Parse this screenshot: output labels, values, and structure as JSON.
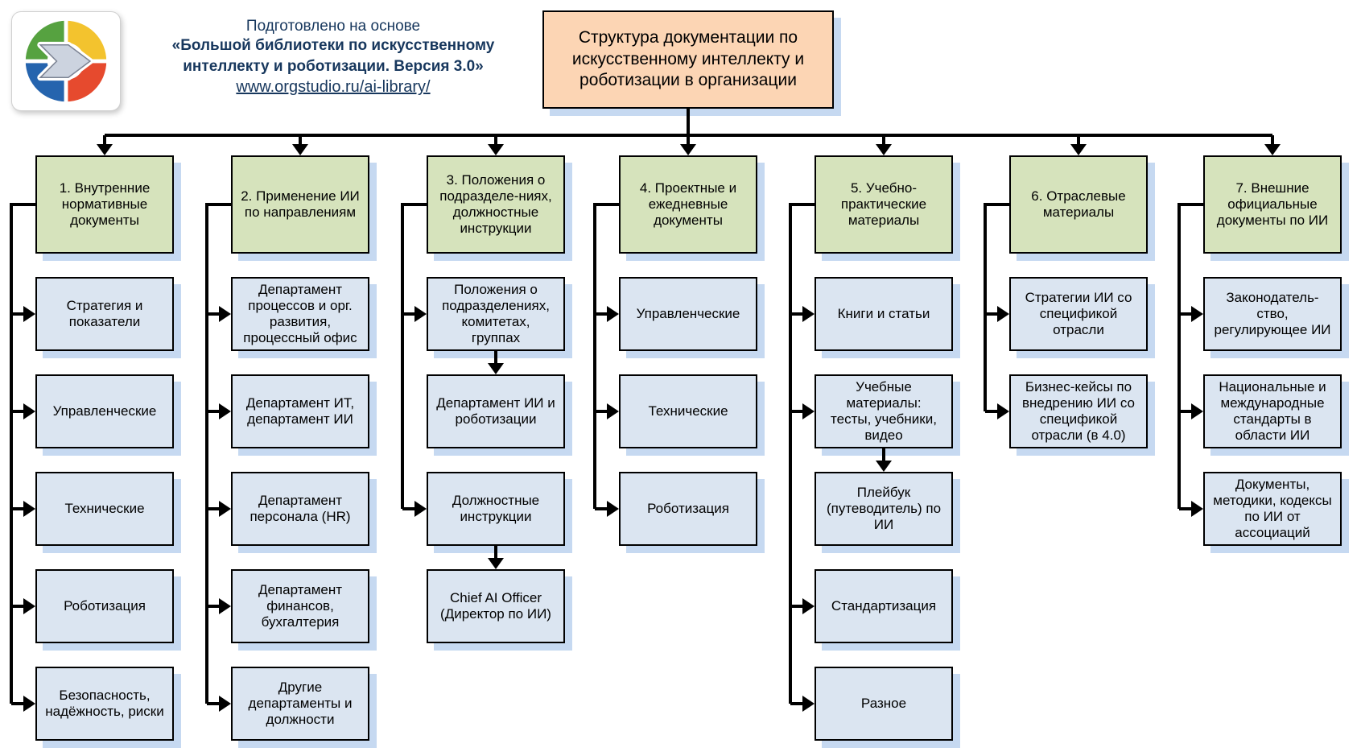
{
  "attribution": {
    "intro": "Подготовлено на основе",
    "library_title": "«Большой библиотеки по искусственному интеллекту и роботизации. Версия 3.0»",
    "link": "www.orgstudio.ru/ai-library/"
  },
  "root": {
    "title": "Структура документации по искусственному интеллекту и роботизации в организации"
  },
  "columns": [
    {
      "header": "1. Внутренние нормативные документы",
      "children": [
        {
          "label": "Стратегия и показатели",
          "link": "spine"
        },
        {
          "label": "Управленческие",
          "link": "spine"
        },
        {
          "label": "Технические",
          "link": "spine"
        },
        {
          "label": "Роботизация",
          "link": "spine"
        },
        {
          "label": "Безопасность, надёжность, риски",
          "link": "spine"
        }
      ]
    },
    {
      "header": "2. Применение ИИ по направлениям",
      "children": [
        {
          "label": "Департамент процессов и орг. развития, процессный офис",
          "link": "spine"
        },
        {
          "label": "Департамент ИТ, департамент ИИ",
          "link": "spine"
        },
        {
          "label": "Департамент персонала (HR)",
          "link": "spine"
        },
        {
          "label": "Департамент финансов, бухгалтерия",
          "link": "spine"
        },
        {
          "label": "Другие департаменты и должности",
          "link": "spine"
        }
      ]
    },
    {
      "header": "3. Положения о подразделе-ниях, должностные инструкции",
      "children": [
        {
          "label": "Положения о подразделениях, комитетах, группах",
          "link": "spine"
        },
        {
          "label": "Департамент ИИ и роботизации",
          "link": "prev"
        },
        {
          "label": "Должностные инструкции",
          "link": "spine"
        },
        {
          "label": "Chief AI Officer (Директор по ИИ)",
          "link": "prev"
        }
      ]
    },
    {
      "header": "4. Проектные и ежедневные документы",
      "children": [
        {
          "label": "Управленческие",
          "link": "spine"
        },
        {
          "label": "Технические",
          "link": "spine"
        },
        {
          "label": "Роботизация",
          "link": "spine"
        }
      ]
    },
    {
      "header": "5. Учебно-практические материалы",
      "children": [
        {
          "label": "Книги и статьи",
          "link": "spine"
        },
        {
          "label": "Учебные материалы: тесты, учебники, видео",
          "link": "spine"
        },
        {
          "label": "Плейбук (путеводитель) по ИИ",
          "link": "prev"
        },
        {
          "label": "Стандартизация",
          "link": "spine"
        },
        {
          "label": "Разное",
          "link": "spine"
        }
      ]
    },
    {
      "header": "6. Отраслевые материалы",
      "children": [
        {
          "label": "Стратегии ИИ со спецификой отрасли",
          "link": "spine"
        },
        {
          "label": "Бизнес-кейсы по внедрению ИИ со спецификой отрасли (в 4.0)",
          "link": "spine"
        }
      ]
    },
    {
      "header": "7. Внешние официальные документы по ИИ",
      "children": [
        {
          "label": "Законодатель-ство, регулирующее ИИ",
          "link": "spine"
        },
        {
          "label": "Национальные и международные стандарты в области ИИ",
          "link": "spine"
        },
        {
          "label": "Документы, методики, кодексы по ИИ от ассоциаций",
          "link": "spine"
        }
      ]
    }
  ],
  "colors": {
    "header_fill": "#d6e3bc",
    "child_fill": "#dbe5f1",
    "root_fill": "#fcd5b4",
    "shadow": "#c6d9f1",
    "line": "#000000",
    "attribution_text": "#17375d"
  },
  "logo": {
    "name": "orgstudio-ring-arrow-logo",
    "green": "#56a240",
    "yellow": "#f3c32e",
    "red": "#e64a2e",
    "blue": "#2564ae",
    "arrow_fill": "#ccd3df",
    "arrow_stroke": "#7d8494"
  }
}
